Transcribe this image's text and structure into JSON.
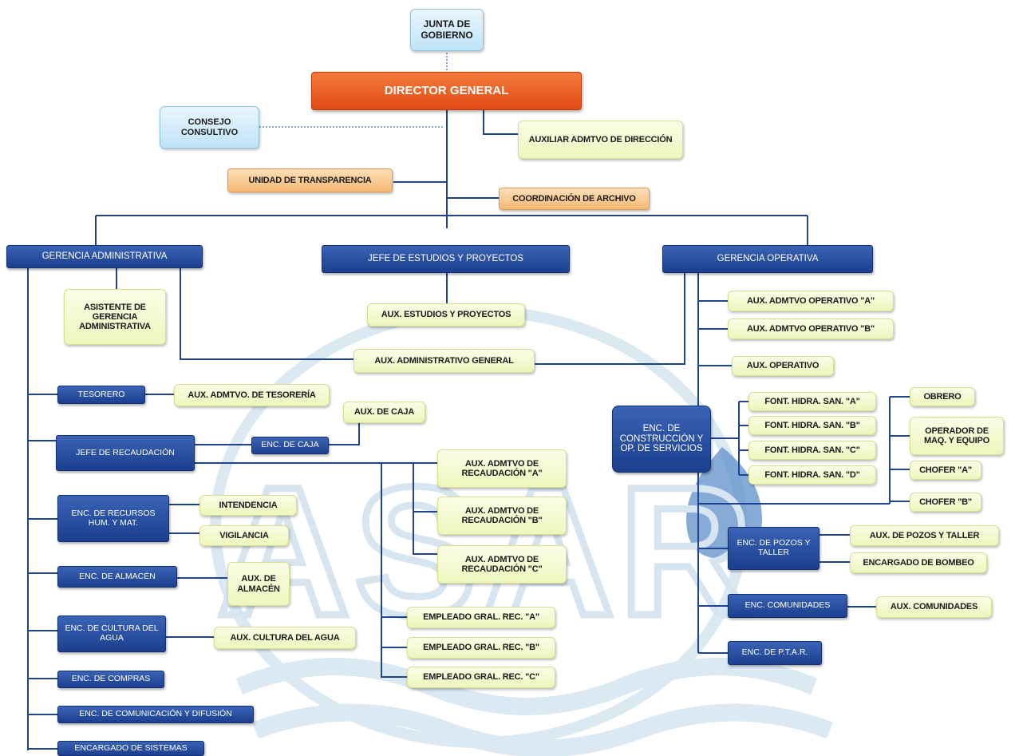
{
  "watermark": "ASAR",
  "colors": {
    "primary_blue": "#1f4391",
    "line_blue": "#1f4391",
    "director_orange": "#e9541b",
    "assistant_yellow": "#f0f7c2",
    "transparency_orange": "#f8c58a",
    "consejo_blue": "#cde9fa"
  },
  "nodes": {
    "junta": "JUNTA DE GOBIERNO",
    "director": "DIRECTOR GENERAL",
    "consejo": "CONSEJO CONSULTIVO",
    "aux_direccion": "AUXILIAR ADMTVO DE DIRECCIÓN",
    "transparencia": "UNIDAD DE TRANSPARENCIA",
    "archivo": "COORDINACIÓN DE ARCHIVO",
    "gerencia_admin": "GERENCIA ADMINISTRATIVA",
    "jefe_estudios": "JEFE DE ESTUDIOS Y PROYECTOS",
    "gerencia_operativa": "GERENCIA OPERATIVA",
    "asistente_gerencia": "ASISTENTE DE GERENCIA ADMINISTRATIVA",
    "aux_estudios": "AUX. ESTUDIOS Y PROYECTOS",
    "aux_admin_general": "AUX. ADMINISTRATIVO GENERAL",
    "tesorero": "TESORERO",
    "aux_tesoreria": "AUX. ADMTVO. DE TESORERÍA",
    "aux_caja": "AUX. DE CAJA",
    "jefe_recaudacion": "JEFE DE RECAUDACIÓN",
    "enc_caja": "ENC. DE CAJA",
    "aux_rec_a": "AUX. ADMTVO DE RECAUDACIÓN \"A\"",
    "aux_rec_b": "AUX. ADMTVO DE RECAUDACIÓN \"B\"",
    "aux_rec_c": "AUX. ADMTVO DE RECAUDACIÓN \"C\"",
    "enc_recursos": "ENC. DE RECURSOS HUM. Y MAT.",
    "intendencia": "INTENDENCIA",
    "vigilancia": "VIGILANCIA",
    "enc_almacen": "ENC. DE ALMACÉN",
    "aux_almacen": "AUX. DE ALMACÉN",
    "enc_cultura": "ENC. DE CULTURA DEL AGUA",
    "aux_cultura": "AUX. CULTURA DEL AGUA",
    "enc_compras": "ENC. DE COMPRAS",
    "enc_comunicacion": "ENC. DE COMUNICACIÓN Y DIFUSIÓN",
    "enc_sistemas": "ENCARGADO DE SISTEMAS",
    "emp_a": "EMPLEADO GRAL. REC. \"A\"",
    "emp_b": "EMPLEADO GRAL. REC. \"B\"",
    "emp_c": "EMPLEADO GRAL. REC. \"C\"",
    "aux_op_a": "AUX. ADMTVO OPERATIVO \"A\"",
    "aux_op_b": "AUX. ADMTVO OPERATIVO \"B\"",
    "aux_operativo": "AUX. OPERATIVO",
    "enc_construccion": "ENC. DE CONSTRUCCIÓN Y OP. DE SERVICIOS",
    "font_a": "FONT. HIDRA. SAN. \"A\"",
    "font_b": "FONT. HIDRA. SAN. \"B\"",
    "font_c": "FONT. HIDRA. SAN. \"C\"",
    "font_d": "FONT. HIDRA. SAN. \"D\"",
    "obrero": "OBRERO",
    "operador": "OPERADOR DE MAQ. Y EQUIPO",
    "chofer_a": "CHOFER \"A\"",
    "chofer_b": "CHOFER \"B\"",
    "enc_pozos": "ENC. DE POZOS Y TALLER",
    "aux_pozos": "AUX. DE POZOS Y TALLER",
    "enc_bombeo": "ENCARGADO DE BOMBEO",
    "enc_comunidades": "ENC. COMUNIDADES",
    "aux_comunidades": "AUX. COMUNIDADES",
    "enc_ptar": "ENC. DE P.T.A.R."
  }
}
